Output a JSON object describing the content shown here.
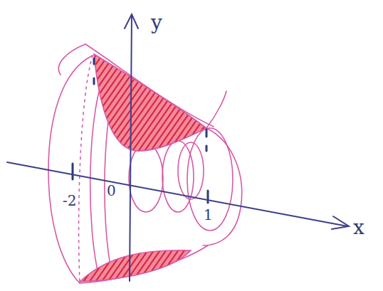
{
  "diagram": {
    "labels": [
      "y",
      "x",
      "-2",
      "0",
      "1"
    ]
  }
}
